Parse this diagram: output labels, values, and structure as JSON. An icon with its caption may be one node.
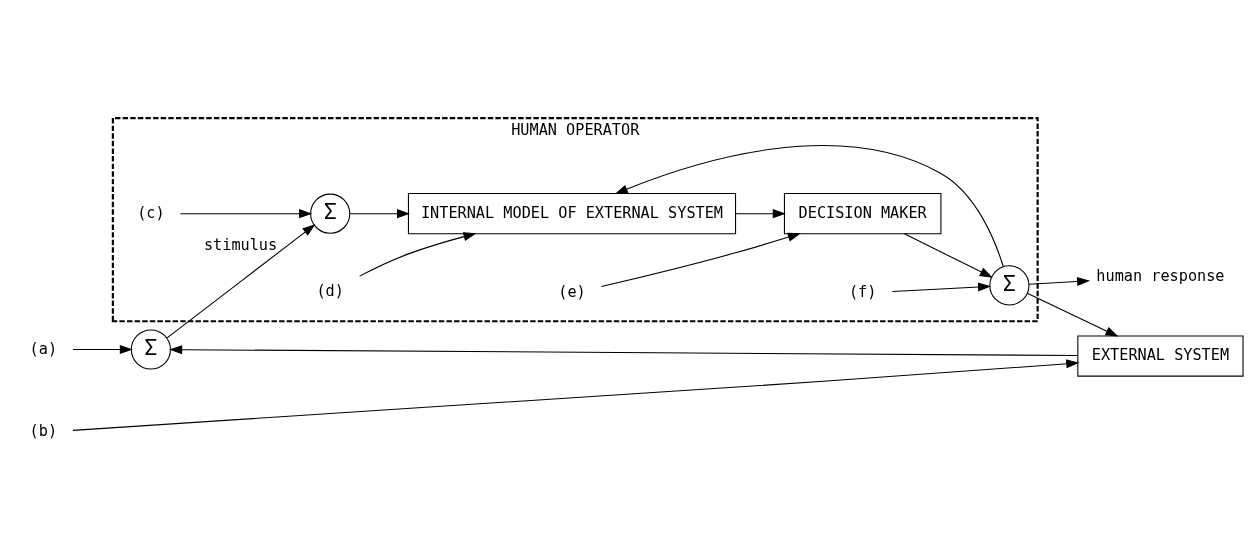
{
  "diagram": {
    "nodes": [
      {
        "text": [
          "HUMAN OPERATOR"
        ]
      },
      {
        "text": [
          "(a)"
        ]
      },
      {
        "text": [
          "Σ"
        ]
      },
      {
        "text": [
          "(c)"
        ],
        "in": 0
      },
      {
        "text": [
          "Σ"
        ],
        "in": 0
      },
      {
        "text": [
          "(d)"
        ],
        "in": 0
      },
      {
        "text": [
          "INTERNAL MODEL OF EXTERNAL SYSTEM"
        ],
        "in": 0
      },
      {
        "text": [
          "(e)"
        ],
        "in": 0
      },
      {
        "text": [
          "DECISION MAKER"
        ],
        "in": 0
      },
      {
        "text": [
          "(f)"
        ],
        "in": 0
      },
      {
        "text": [
          "Σ"
        ],
        "in": 0
      },
      {
        "text": [
          "human response"
        ]
      },
      {
        "text": [
          "EXTERNAL SYSTEM"
        ]
      },
      {
        "text": [
          "(b)"
        ]
      }
    ],
    "edges": [
      {
        "from": 1,
        "to": 2,
        "arrow": "to"
      },
      {
        "from": 2,
        "to": 4,
        "arrow": "to",
        "label": "stimulus"
      },
      {
        "from": 3,
        "to": 4,
        "arrow": "to"
      },
      {
        "from": 4,
        "to": 6,
        "arrow": "to"
      },
      {
        "from": 5,
        "to": 6,
        "arrow": "to"
      },
      {
        "from": 6,
        "to": 8,
        "arrow": "to"
      },
      {
        "from": 7,
        "to": 8,
        "arrow": "to"
      },
      {
        "from": 8,
        "to": 10,
        "arrow": "to"
      },
      {
        "from": 9,
        "to": 10,
        "arrow": "to"
      },
      {
        "from": 10,
        "to": 11,
        "arrow": "to"
      },
      {
        "from": 10,
        "to": 6,
        "arrow": "to"
      },
      {
        "from": 10,
        "to": 12,
        "arrow": "to"
      },
      {
        "from": 12,
        "to": 2,
        "arrow": "to"
      },
      {
        "from": 13,
        "to": 12,
        "arrow": "to"
      }
    ]
  }
}
